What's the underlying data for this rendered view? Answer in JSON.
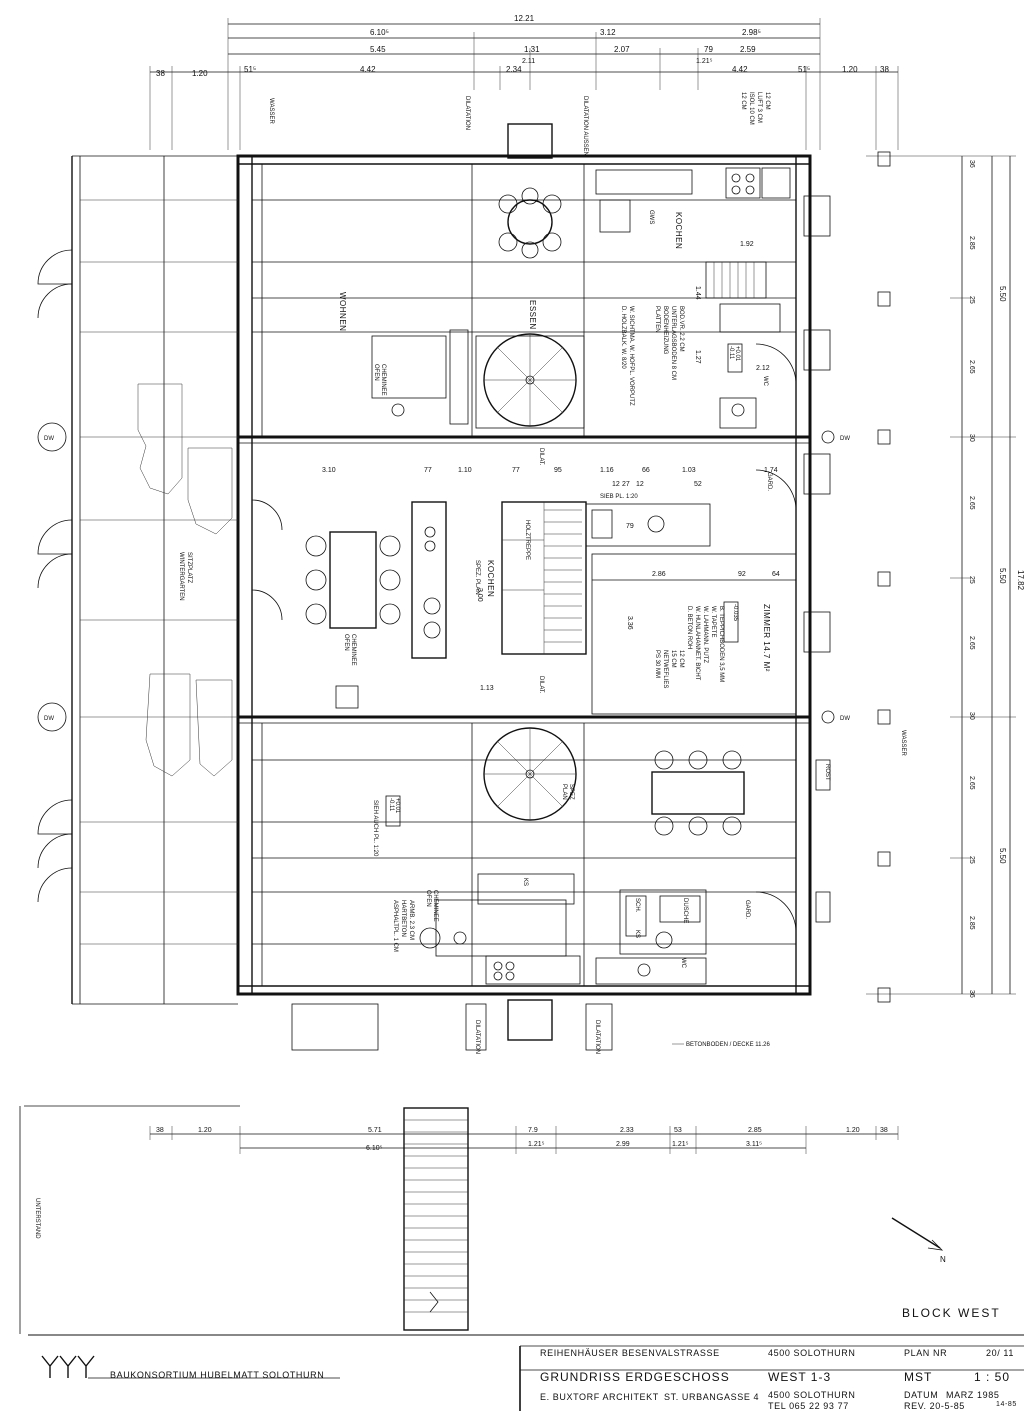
{
  "dims_top": {
    "row1": [
      "12.21"
    ],
    "row2": [
      "6.10⁵",
      "3.12",
      "2.98⁵"
    ],
    "row3": [
      "5.45",
      "1.31",
      "2.07",
      "79",
      "2.59"
    ],
    "row3b": [
      "2.11",
      "1.21⁵"
    ],
    "row4": [
      "38",
      "1.20",
      "51⁵",
      "4.42",
      "2.34",
      "4.42",
      "51⁵",
      "1.20",
      "38"
    ]
  },
  "dims_right": [
    "36",
    "2.85",
    "5.50",
    "2.65",
    "30",
    "2.65",
    "5.50",
    "2.65",
    "30",
    "2.65",
    "5.50",
    "2.85",
    "36",
    "17.82",
    "25",
    "25",
    "25"
  ],
  "dims_bottom": {
    "row1": [
      "38",
      "1.20",
      "5.71",
      "7.9",
      "2.33",
      "53",
      "2.85",
      "1.20",
      "38"
    ],
    "row2": [
      "6.10⁵",
      "1.21⁵",
      "2.99",
      "1.21⁵",
      "3.11⁵"
    ]
  },
  "annotations_vertical": [
    "WASSER",
    "DILATATION",
    "DILATATION AUSSEN",
    "DILATATION",
    "DILATATION",
    "WASSER"
  ],
  "ceiling_note": [
    "12 CM",
    "LUFT 3 CM",
    "ISOL 10 CM",
    "12 CM"
  ],
  "rooms": {
    "wohnen": "WOHNEN",
    "essen": "ESSEN",
    "kochen_top": "KOCHEN",
    "kochen_spez": [
      "KOCHEN",
      "SPEZ. PLAN"
    ],
    "sitzplatz": [
      "SITZPLATZ",
      "WINTERGARTEN"
    ],
    "zimmer": "ZIMMER  14.7 M²",
    "gard1": "GARD.",
    "gard2": "GARD.",
    "wc1": "WC",
    "wc2": "WC",
    "dusche": "DUSCHE",
    "cheminee1": [
      "CHEMINEE",
      "OFEN"
    ],
    "cheminee2": [
      "CHEMINEE",
      "OFEN"
    ],
    "cheminee3": [
      "CHEMINEE",
      "OFEN"
    ],
    "holztreppe": "HOLZTREPPE",
    "spez_plan": [
      "SPEZ",
      "PLAN"
    ],
    "gwsp": "GWS",
    "ks": "KS",
    "sch": "SCH.",
    "rost": "ROST"
  },
  "tags": {
    "t1": [
      "+0.01",
      "-0.11"
    ],
    "t2": [
      "+0.01",
      "-0.11"
    ],
    "t3": [
      "+0.01",
      "-0.11"
    ],
    "t4": [
      "-0.035"
    ]
  },
  "notes": {
    "floor_top": [
      "BOD.VR. 2.2 CM",
      "UNTERLAGSBODEN 8 CM",
      "BODENHEIZUNG",
      "PLATTEN",
      "W. SICHTMA. W. HOFPL. VORPUTZ",
      "D. HOLZBALK. W. 8/20"
    ],
    "zimmer_notes": [
      "B. TEPPICHBODEN 3,5 MM",
      "W. TAPETE",
      "W. LAHMANN. PUTZ",
      "W. HUNLAHANNET. BICHT",
      "D. BETON ROH",
      "12 CM",
      "15 CM",
      "NETWEFLIES",
      "PS 30 MM"
    ],
    "lower_note": [
      "SIEH AUCH PL. 1:20"
    ],
    "lower_note2": [
      "ARMB. 2.3 CM",
      "HARTBETON",
      "ASPHALTPL. 1 CM"
    ],
    "betonboden": "BETONBODEN / DECKE  11.26",
    "sieb": "SIEB PL. 1:20",
    "dilat": "DILAT."
  },
  "dims_interior": [
    "3.10",
    "77",
    "1.10",
    "77",
    "95",
    "1.16",
    "66",
    "1.03",
    "1.74",
    "2.86",
    "92",
    "64",
    "3.36",
    "1.13",
    "1.92",
    "1.27",
    "2.12",
    "12",
    "27",
    "12",
    "52",
    "3.00",
    "1.44",
    "1.20",
    "1.20",
    "79"
  ],
  "north": "N",
  "dw_labels": [
    "DW",
    "DW",
    "DW",
    "DW"
  ],
  "unterstand": "UNTERSTAND",
  "block_label": "BLOCK  WEST",
  "title_block": {
    "company": "BAUKONSORTIUM  HUBELMATT  SOLOTHURN",
    "project": "REIHENHÄUSER  BESENVALSTRASSE",
    "project_city": "4500  SOLOTHURN",
    "plan_nr_label": "PLAN  NR",
    "plan_nr": "20/ 11",
    "drawing_title": "GRUNDRISS  ERDGESCHOSS",
    "drawing_sub": "WEST  1-3",
    "scale_label": "MST",
    "scale": "1 : 50",
    "architect": "E. BUXTORF  ARCHITEKT",
    "address": "ST. URBANGASSE  4",
    "arch_city": "4500  SOLOTHURN",
    "tel": "TEL  065 22 93 77",
    "datum_label": "DATUM",
    "datum": "MARZ  1985",
    "rev": "REV.  20-5-85",
    "rev2": "14-85"
  }
}
